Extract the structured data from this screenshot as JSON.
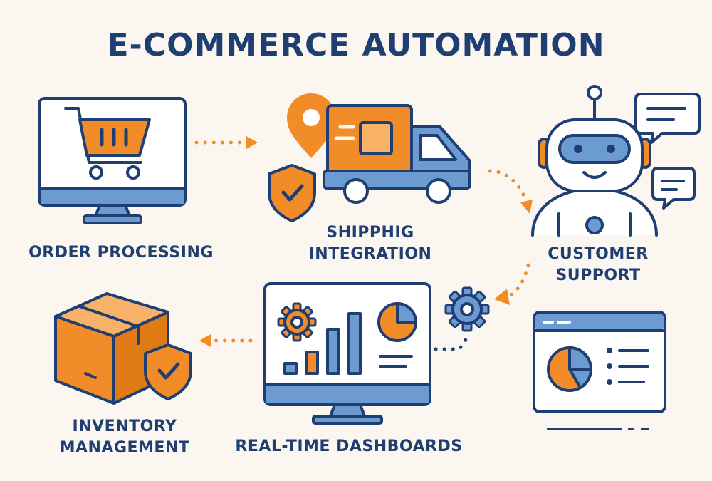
{
  "title": "E-COMMERCE AUTOMATION",
  "steps": {
    "order_processing": {
      "lines": [
        "ORDER PROCESSING"
      ]
    },
    "shipping_integration": {
      "lines": [
        "SHIPPHIG",
        "INTEGRATION"
      ]
    },
    "customer_support": {
      "lines": [
        "CUSTOMER",
        "SUPPORT"
      ]
    },
    "realtime_dashboards": {
      "lines": [
        "REAL-TIME DASHBOARDS"
      ]
    },
    "inventory_management": {
      "lines": [
        "INVENTORY",
        "MANAGEMENT"
      ]
    }
  },
  "icons": {
    "order_processing": "shopping-cart-monitor-icon",
    "shipping_integration": "delivery-truck-icon",
    "customer_support": "support-robot-icon",
    "realtime_dashboards": "dashboard-monitor-icon",
    "inventory_management": "package-box-icon",
    "analytics_window": "analytics-window-icon"
  },
  "colors": {
    "navy": "#1f3f73",
    "orange": "#f28c28",
    "blue": "#6b9bd1",
    "background": "#fbf6ef"
  }
}
